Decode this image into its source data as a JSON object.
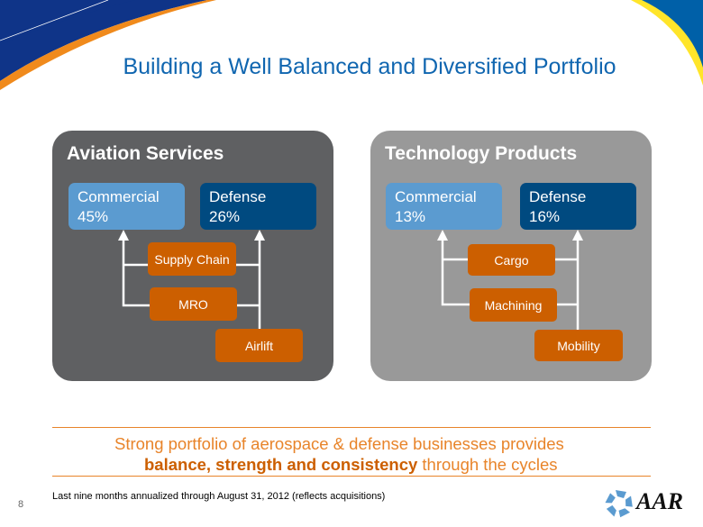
{
  "title": "Building a Well Balanced and Diversified Portfolio",
  "panels": [
    {
      "title": "Aviation Services",
      "commercial": {
        "label": "Commercial",
        "pct": "45%"
      },
      "defense": {
        "label": "Defense",
        "pct": "26%"
      },
      "businesses": [
        "Supply Chain",
        "MRO",
        "Airlift"
      ]
    },
    {
      "title": "Technology Products",
      "commercial": {
        "label": "Commercial",
        "pct": "13%"
      },
      "defense": {
        "label": "Defense",
        "pct": "16%"
      },
      "businesses": [
        "Cargo",
        "Machining",
        "Mobility"
      ]
    }
  ],
  "tagline": {
    "line1": "Strong portfolio of aerospace & defense businesses provides",
    "bold": "balance, strength and consistency",
    "line2_rest": " through the cycles"
  },
  "footnote": "Last nine months annualized through August 31, 2012 (reflects acquisitions)",
  "page_number": "8",
  "logo_text": "AAR",
  "colors": {
    "title": "#1066b0",
    "orange": "#cc5f00",
    "commercial": "#5b9bd0",
    "defense": "#004a80",
    "panel_dark": "#5f6062",
    "panel_light": "#999999"
  }
}
